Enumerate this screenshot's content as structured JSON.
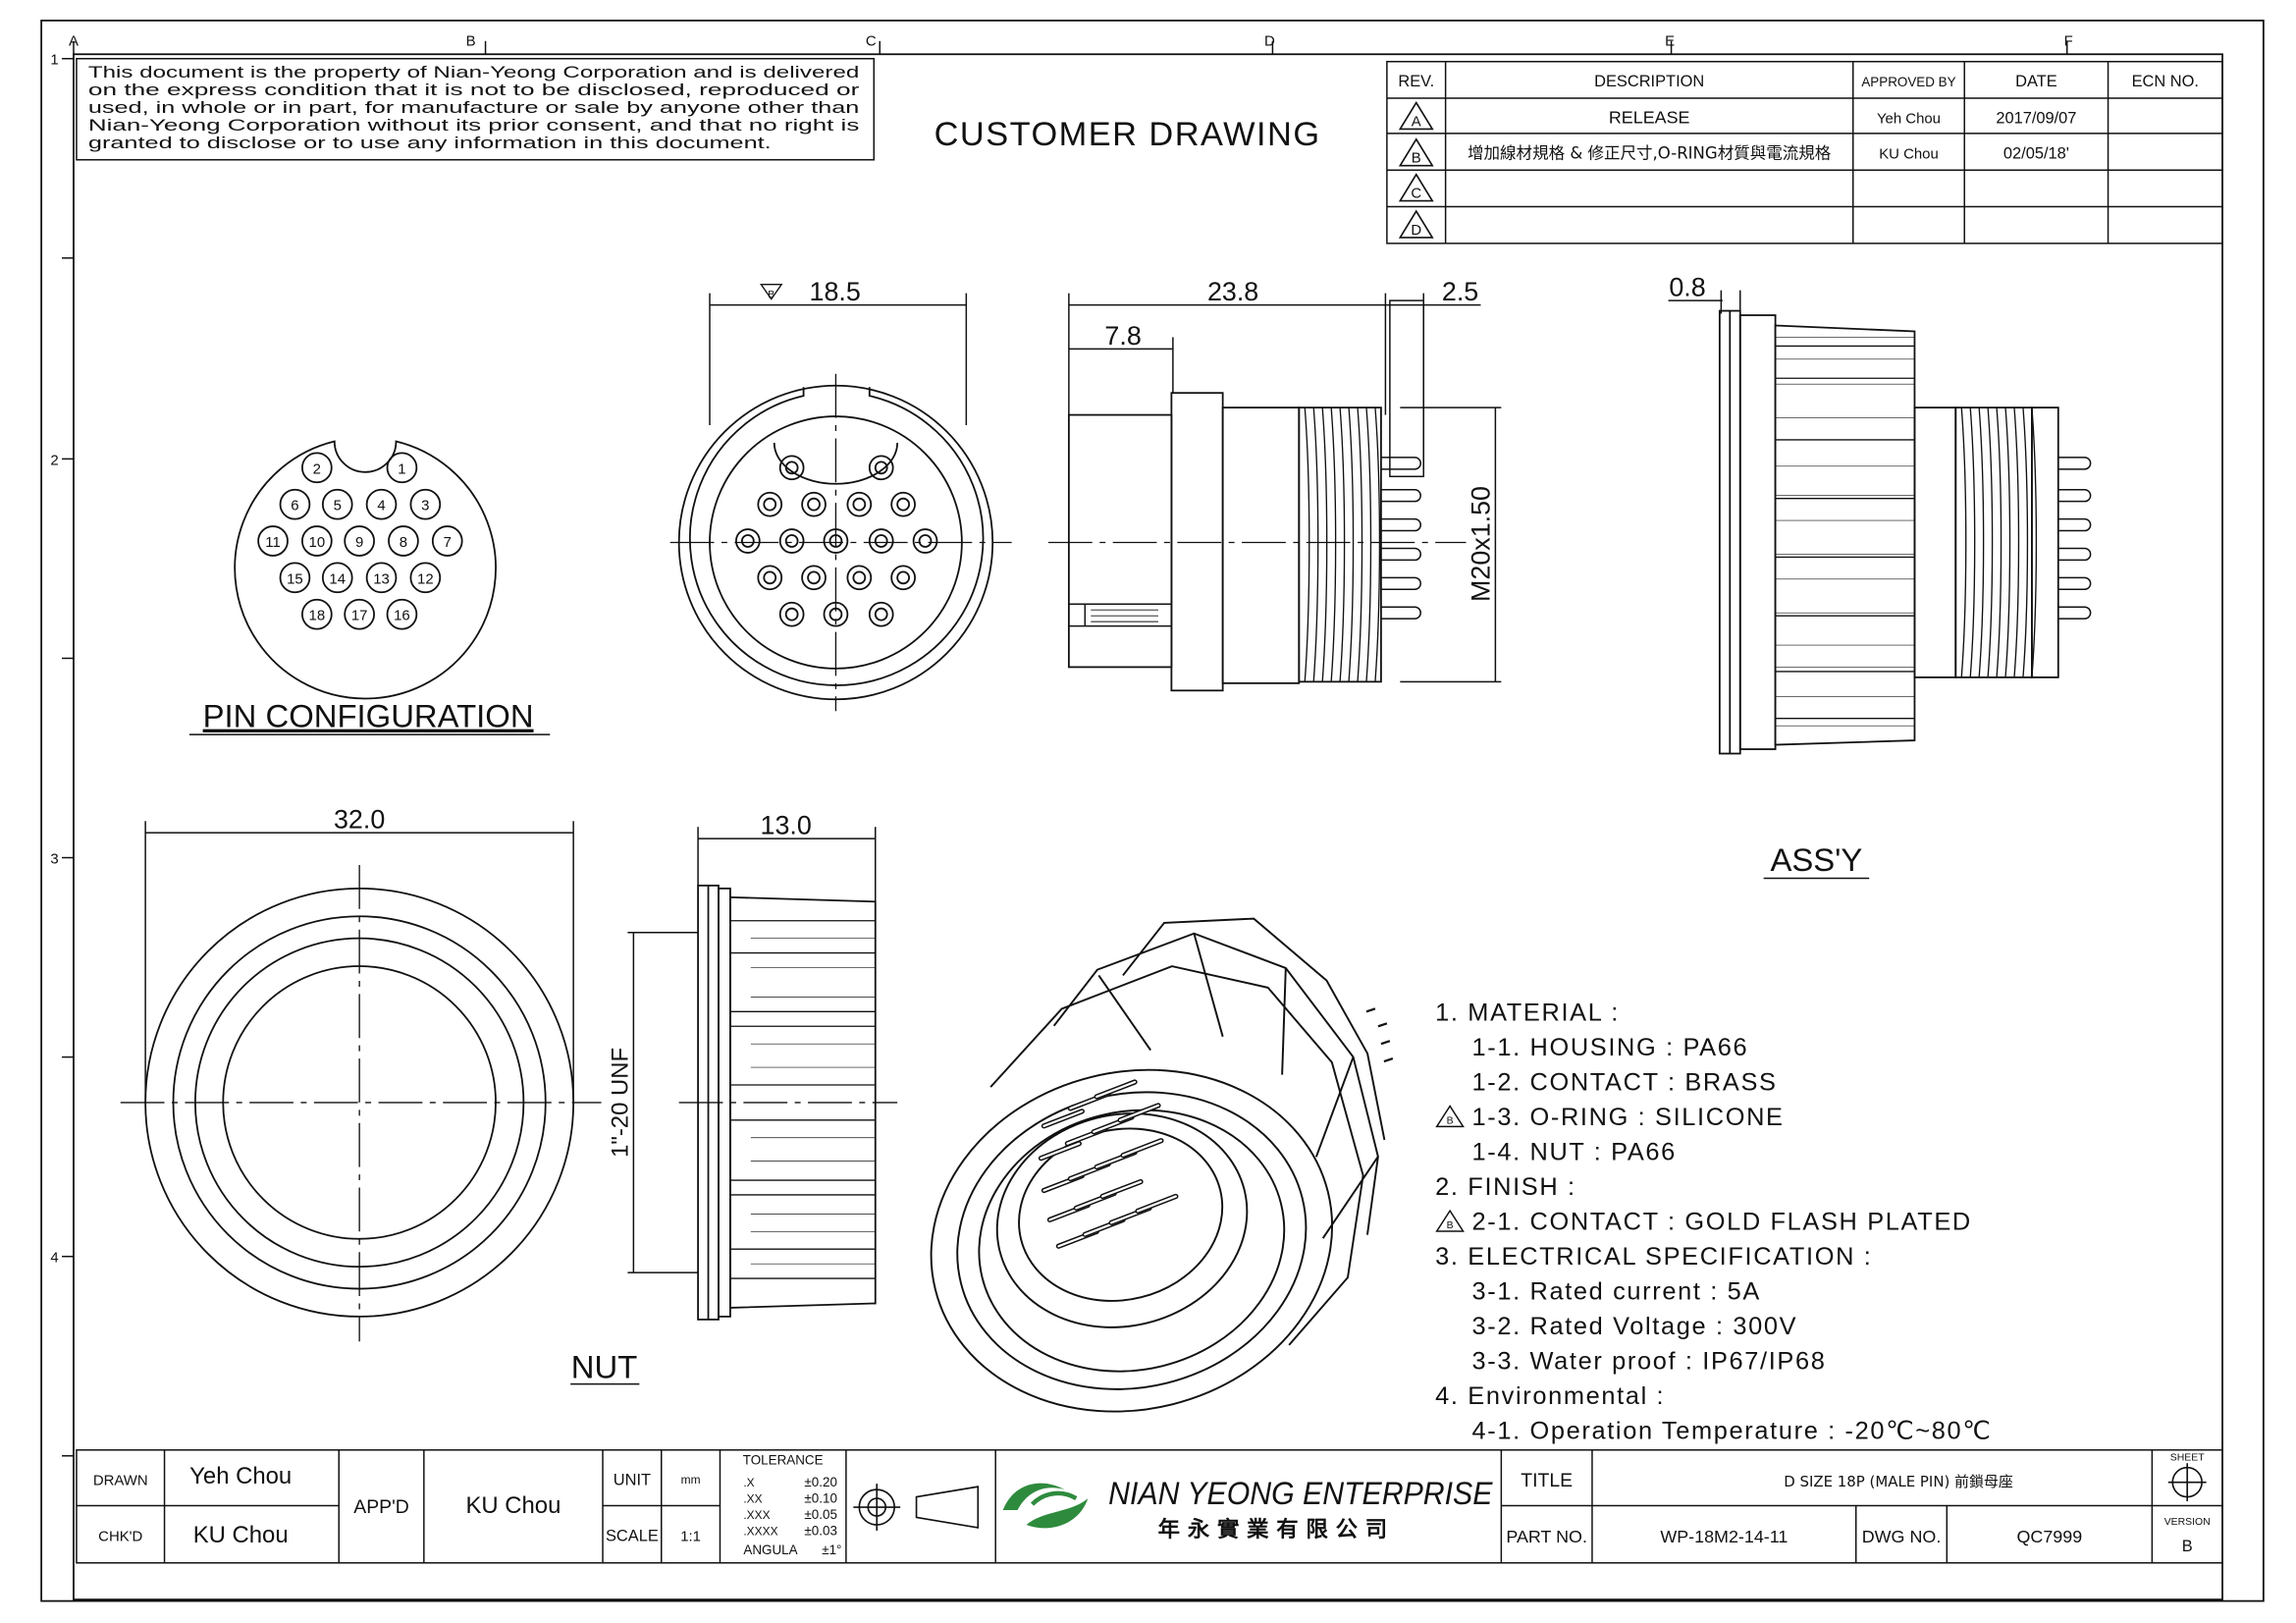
{
  "zone_letters": [
    "A",
    "B",
    "C",
    "D",
    "E",
    "F"
  ],
  "zone_numbers": [
    "1",
    "2",
    "3",
    "4"
  ],
  "proprietary_notice": [
    "This document is the property of Nian-Yeong Corporation and is delivered",
    "on  the   express condition that it is not to be disclosed, reproduced or",
    "used, in whole or in part, for manufacture or sale by anyone other than",
    "Nian-Yeong Corporation without  its prior consent, and that  no right  is",
    "granted to disclose or to use any information in this  document."
  ],
  "drawing_type": "CUSTOMER  DRAWING",
  "revision_table": {
    "headers": [
      "REV.",
      "DESCRIPTION",
      "APPROVED BY",
      "DATE",
      "ECN NO."
    ],
    "rows": [
      {
        "rev": "A",
        "description": "RELEASE",
        "approved_by": "Yeh Chou",
        "date": "2017/09/07",
        "ecn": ""
      },
      {
        "rev": "B",
        "description": "增加線材規格 & 修正尺寸,O-RING材質與電流規格",
        "approved_by": "KU Chou",
        "date": "02/05/18'",
        "ecn": ""
      },
      {
        "rev": "C",
        "description": "",
        "approved_by": "",
        "date": "",
        "ecn": ""
      },
      {
        "rev": "D",
        "description": "",
        "approved_by": "",
        "date": "",
        "ecn": ""
      }
    ]
  },
  "pin_configuration": {
    "caption": "PIN CONFIGURATION",
    "rows": [
      [
        "2",
        "1"
      ],
      [
        "6",
        "5",
        "4",
        "3"
      ],
      [
        "11",
        "10",
        "9",
        "8",
        "7"
      ],
      [
        "15",
        "14",
        "13",
        "12"
      ],
      [
        "18",
        "17",
        "16"
      ]
    ]
  },
  "dimensions": {
    "front_diameter": "18.5",
    "front_diameter_rev": "B",
    "body_length": "23.8",
    "flange_length": "7.8",
    "pin_length": "2.5",
    "thread": "M20x1.50",
    "assy_gap": "0.8",
    "nut_diameter": "32.0",
    "nut_width": "13.0",
    "nut_thread": "1\"-20 UNF"
  },
  "view_labels": {
    "assembly": "ASS'Y",
    "nut": "NUT"
  },
  "notes": [
    {
      "text": "1. MATERIAL :",
      "indent": 0,
      "rev": ""
    },
    {
      "text": "1-1. HOUSING : PA66",
      "indent": 1,
      "rev": ""
    },
    {
      "text": "1-2. CONTACT : BRASS",
      "indent": 1,
      "rev": ""
    },
    {
      "text": "1-3. O-RING : SILICONE",
      "indent": 1,
      "rev": "B"
    },
    {
      "text": "1-4. NUT : PA66",
      "indent": 1,
      "rev": ""
    },
    {
      "text": "2. FINISH :",
      "indent": 0,
      "rev": ""
    },
    {
      "text": "2-1. CONTACT : GOLD FLASH PLATED",
      "indent": 1,
      "rev": "B"
    },
    {
      "text": "3. ELECTRICAL SPECIFICATION :",
      "indent": 0,
      "rev": ""
    },
    {
      "text": "3-1. Rated current : 5A",
      "indent": 1,
      "rev": ""
    },
    {
      "text": "3-2. Rated Voltage : 300V",
      "indent": 1,
      "rev": ""
    },
    {
      "text": "3-3. Water proof : IP67/IP68",
      "indent": 1,
      "rev": ""
    },
    {
      "text": "4. Environmental :",
      "indent": 0,
      "rev": ""
    },
    {
      "text": "4-1. Operation Temperature : -20℃~80℃",
      "indent": 1,
      "rev": ""
    }
  ],
  "title_block": {
    "drawn_label": "DRAWN",
    "drawn": "Yeh Chou",
    "chkd_label": "CHK'D",
    "chkd": "KU Chou",
    "appd_label": "APP'D",
    "appd": "KU Chou",
    "unit_label": "UNIT",
    "unit": "mm",
    "scale_label": "SCALE",
    "scale": "1:1",
    "tolerance_title": "TOLERANCE",
    "tolerances": [
      [
        ".X",
        "±0.20"
      ],
      [
        ".XX",
        "±0.10"
      ],
      [
        ".XXX",
        "±0.05"
      ],
      [
        ".XXXX",
        "±0.03"
      ],
      [
        "ANGULA",
        "±1°"
      ]
    ],
    "company_en": "NIAN YEONG ENTERPRISE",
    "company_zh": "年 永 實 業 有 限 公 司",
    "title_label": "TITLE",
    "title": "D SIZE 18P (MALE PIN) 前鎖母座",
    "part_label": "PART NO.",
    "part": "WP-18M2-14-11",
    "dwg_label": "DWG NO.",
    "dwg": "QC7999",
    "sheet_label": "SHEET",
    "version_label": "VERSION",
    "version": "B"
  }
}
